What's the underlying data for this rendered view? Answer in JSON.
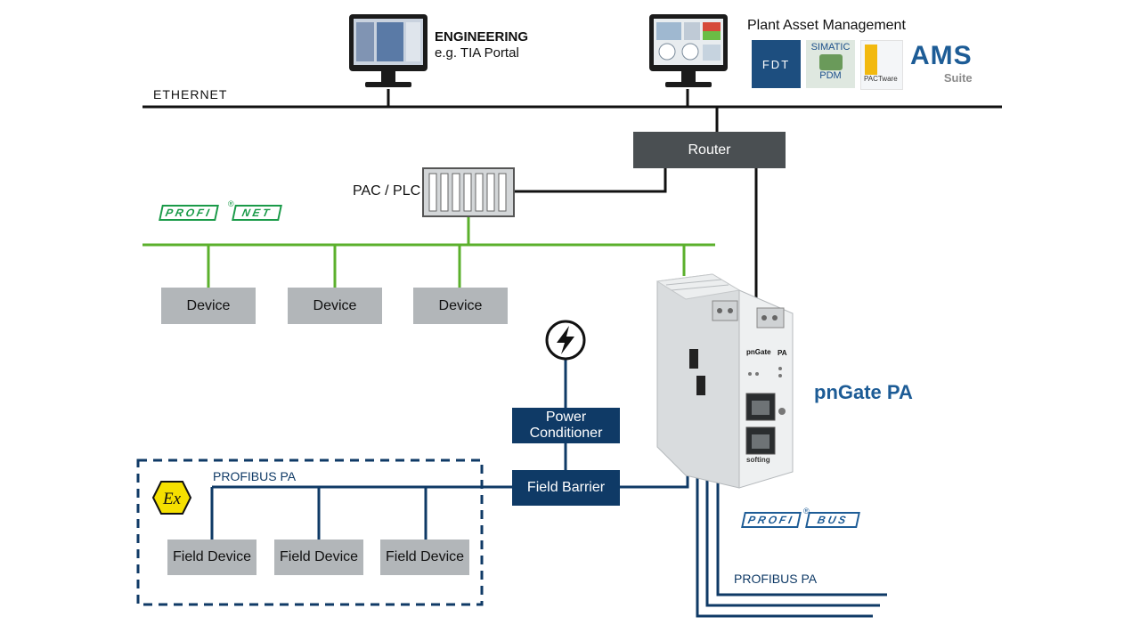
{
  "network": {
    "ethernet_label": "ETHERNET",
    "engineering_title": "ENGINEERING",
    "engineering_sub": "e.g. TIA Portal",
    "pam_title": "Plant Asset Management",
    "pam_logos": [
      "FDT",
      "SIMATIC",
      "PDM",
      "PACTware",
      "AMS",
      "Suite"
    ],
    "router_label": "Router",
    "plc_label": "PAC / PLC"
  },
  "profinet": {
    "logo_top": "PROFI",
    "logo_bottom": "NET",
    "devices": [
      "Device",
      "Device",
      "Device"
    ]
  },
  "power": {
    "conditioner_label": "Power Conditioner",
    "barrier_label": "Field Barrier"
  },
  "hazard_zone": {
    "ex_symbol": "Ex",
    "bus_label": "PROFIBUS PA",
    "field_devices": [
      "Field Device",
      "Field Device",
      "Field Device"
    ]
  },
  "gateway": {
    "product_name": "pnGate PA",
    "brand": "softing",
    "front_label": "pnGate",
    "pa_label": "PA"
  },
  "profibus": {
    "logo_top": "PROFI",
    "logo_bottom": "BUS",
    "line_label": "PROFIBUS PA"
  },
  "colors": {
    "ethernet": "#111111",
    "profinet": "#5bb02c",
    "profibus": "#0f3a66",
    "device_box": "#b2b6b9",
    "router_box": "#4a4f52",
    "navy_box": "#0f3a66"
  }
}
